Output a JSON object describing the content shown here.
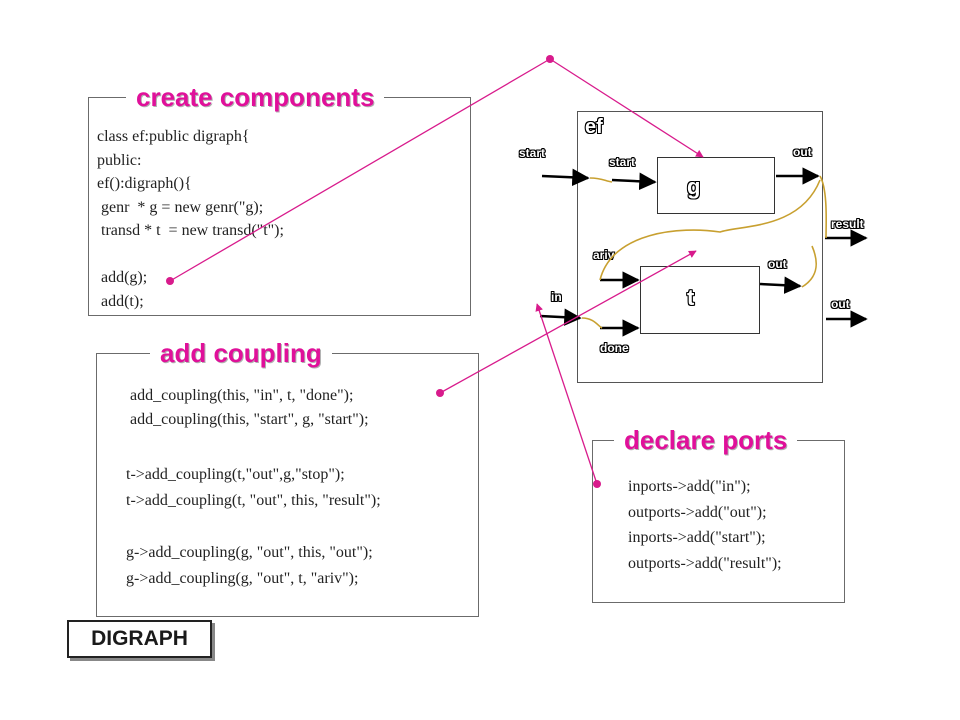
{
  "create_components": {
    "heading": "create   components",
    "code": "class ef:public digraph{\npublic:\nef():digraph(){\n genr  * g = new genr(\"g);\n transd * t  = new transd(\"t\");\n\n add(g);\n add(t);"
  },
  "add_coupling": {
    "heading": "add coupling",
    "code_a": "  add_coupling(this, \"in\", t, \"done\");\n  add_coupling(this, \"start\", g, \"start\");",
    "code_b": "t->add_coupling(t,\"out\",g,\"stop\");\nt->add_coupling(t, \"out\", this, \"result\");\n\ng->add_coupling(g, \"out\", this, \"out\");\ng->add_coupling(g, \"out\", t, \"ariv\");"
  },
  "declare_ports": {
    "heading": "declare ports",
    "code": "inports->add(\"in\");\noutports->add(\"out\");\ninports->add(\"start\");\noutports->add(\"result\");"
  },
  "digraph_label": "DIGRAPH",
  "model": {
    "name": "ef",
    "components": {
      "g": "g",
      "t": "t"
    },
    "ports": {
      "start_outer": "start",
      "start_g": "start",
      "out_g": "out",
      "result": "result",
      "ariv": "ariv",
      "out_t": "out",
      "in": "in",
      "out_outer": "out",
      "done": "done"
    }
  },
  "colors": {
    "heading": "#e0109a",
    "pointer_line": "#d81b8c",
    "coupling_line": "#c8a030",
    "frame": "#6b6b6b"
  }
}
